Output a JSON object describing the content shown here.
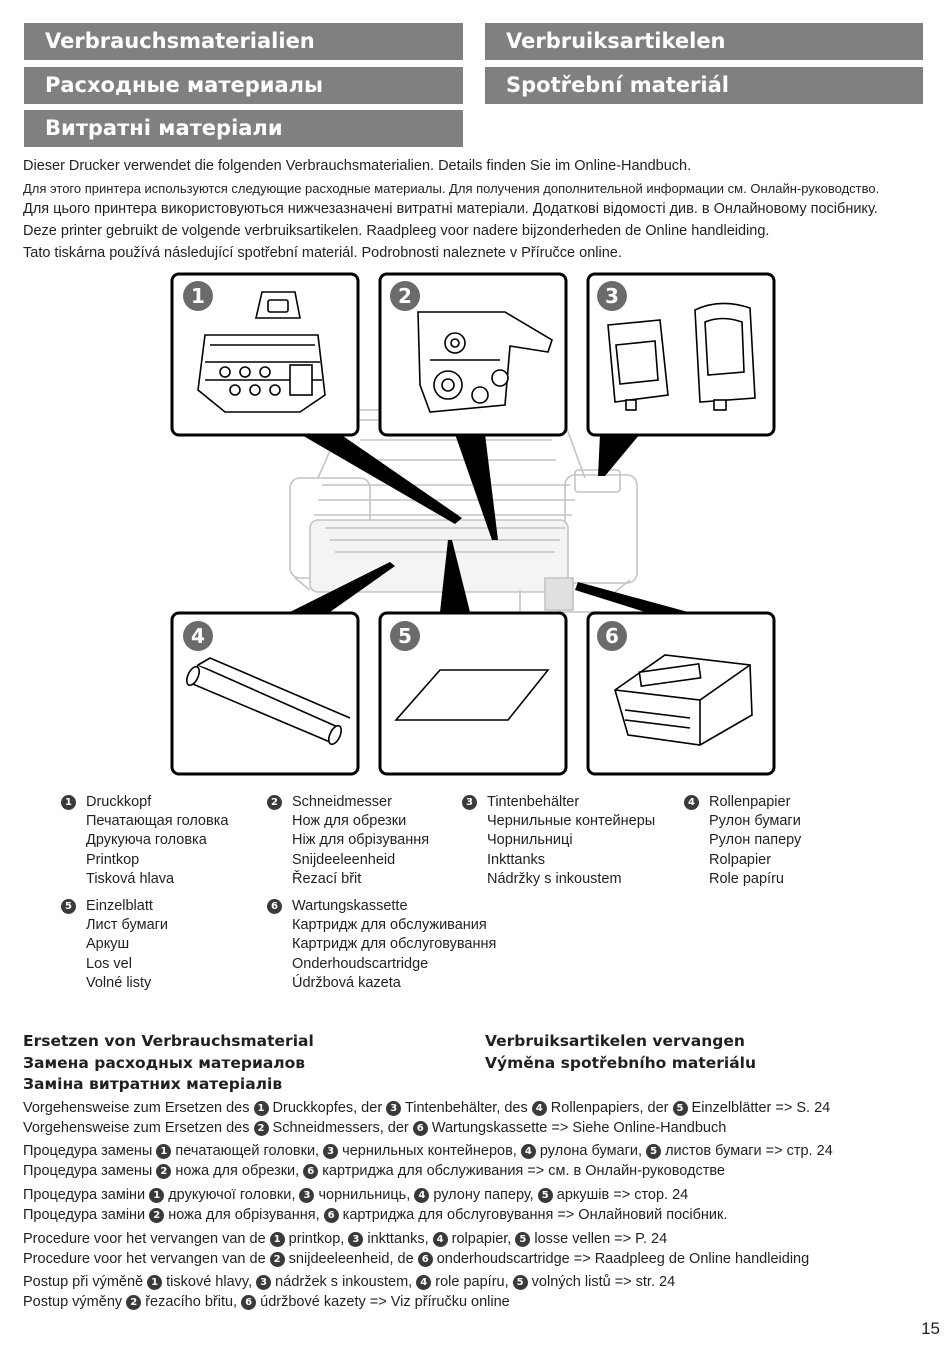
{
  "headers": {
    "de": "Verbrauchsmaterialien",
    "nl": "Verbruiksartikelen",
    "ru": "Расходные материалы",
    "cs": "Spotřební materiál",
    "uk": "Витратні матеріали"
  },
  "intro": {
    "de": "Dieser Drucker verwendet die folgenden Verbrauchsmaterialien. Details finden Sie im Online-Handbuch.",
    "ru": "Для этого принтера используются следующие расходные материалы. Для получения дополнительной информации см. Онлайн-руководство.",
    "uk": "Для цього принтера використовуються нижчезазначені витратні матеріали. Додаткові відомості див. в Онлайновому посібнику.",
    "nl": "Deze printer gebruikt de volgende verbruiksartikelen. Raadpleeg voor nadere bijzonderheden de Online handleiding.",
    "cs": "Tato tiskárna používá následující spotřební materiál. Podrobnosti naleznete v Příručce online."
  },
  "figure": {
    "callouts": [
      "1",
      "2",
      "3",
      "4",
      "5",
      "6"
    ],
    "icons": [
      "printhead-icon",
      "cutter-blade-icon",
      "ink-tank-icon",
      "roll-paper-icon",
      "cut-sheet-icon",
      "maintenance-cartridge-icon",
      "printer-icon"
    ]
  },
  "legend": [
    {
      "num": "1",
      "lines": [
        "Druckkopf",
        "Печатающая головка",
        "Друкуюча головка",
        "Printkop",
        "Tisková hlava"
      ]
    },
    {
      "num": "2",
      "lines": [
        "Schneidmesser",
        "Нож для обрезки",
        "Ніж для обрізування",
        "Snijdeeleenheid",
        "Řezací břit"
      ]
    },
    {
      "num": "3",
      "lines": [
        "Tintenbehälter",
        "Чернильные контейнеры",
        "Чорнильниці",
        "Inkttanks",
        "Nádržky s inkoustem"
      ]
    },
    {
      "num": "4",
      "lines": [
        "Rollenpapier",
        "Рулон бумаги",
        "Рулон паперу",
        "Rolpapier",
        "Role papíru"
      ]
    },
    {
      "num": "5",
      "lines": [
        "Einzelblatt",
        "Лист бумаги",
        "Аркуш",
        "Los vel",
        "Volné listy"
      ]
    },
    {
      "num": "6",
      "lines": [
        "Wartungskassette",
        "Картридж для обслуживания",
        "Картридж для обслуговування",
        "Onderhoudscartridge",
        "Údržbová kazeta"
      ]
    }
  ],
  "replace_titles": {
    "de": "Ersetzen von Verbrauchsmaterial",
    "ru": "Замена расходных материалов",
    "uk": "Заміна витратних матеріалів",
    "nl": "Verbruiksartikelen vervangen",
    "cs": "Výměna spotřebního materiálu"
  },
  "procedures": [
    [
      {
        "parts": [
          {
            "t": "Vorgehensweise zum Ersetzen des "
          },
          {
            "n": "1"
          },
          {
            "t": " Druckkopfes, der "
          },
          {
            "n": "3"
          },
          {
            "t": " Tintenbehälter, des "
          },
          {
            "n": "4"
          },
          {
            "t": " Rollenpapiers, der "
          },
          {
            "n": "5"
          },
          {
            "t": " Einzelblätter => S. 24"
          }
        ]
      },
      {
        "parts": [
          {
            "t": "Vorgehensweise zum Ersetzen des "
          },
          {
            "n": "2"
          },
          {
            "t": " Schneidmessers, der "
          },
          {
            "n": "6"
          },
          {
            "t": " Wartungskassette => Siehe Online-Handbuch"
          }
        ]
      }
    ],
    [
      {
        "parts": [
          {
            "t": "Процедура замены "
          },
          {
            "n": "1"
          },
          {
            "t": " печатающей головки, "
          },
          {
            "n": "3"
          },
          {
            "t": " чернильных контейнеров, "
          },
          {
            "n": "4"
          },
          {
            "t": " рулона бумаги, "
          },
          {
            "n": "5"
          },
          {
            "t": " листов бумаги => стр. 24"
          }
        ]
      },
      {
        "parts": [
          {
            "t": "Процедура замены "
          },
          {
            "n": "2"
          },
          {
            "t": " ножа для обрезки, "
          },
          {
            "n": "6"
          },
          {
            "t": " картриджа для обслуживания => см. в Онлайн-руководстве"
          }
        ]
      }
    ],
    [
      {
        "parts": [
          {
            "t": "Процедура заміни "
          },
          {
            "n": "1"
          },
          {
            "t": " друкуючої головки, "
          },
          {
            "n": "3"
          },
          {
            "t": " чорнильниць, "
          },
          {
            "n": "4"
          },
          {
            "t": " рулону паперу, "
          },
          {
            "n": "5"
          },
          {
            "t": " аркушів => стор. 24"
          }
        ]
      },
      {
        "parts": [
          {
            "t": "Процедура заміни "
          },
          {
            "n": "2"
          },
          {
            "t": " ножа для обрізування, "
          },
          {
            "n": "6"
          },
          {
            "t": " картриджа для обслуговування => Онлайновий посібник."
          }
        ]
      }
    ],
    [
      {
        "parts": [
          {
            "t": "Procedure voor het vervangen van de "
          },
          {
            "n": "1"
          },
          {
            "t": " printkop, "
          },
          {
            "n": "3"
          },
          {
            "t": " inkttanks, "
          },
          {
            "n": "4"
          },
          {
            "t": " rolpapier, "
          },
          {
            "n": "5"
          },
          {
            "t": " losse vellen => P. 24"
          }
        ]
      },
      {
        "parts": [
          {
            "t": "Procedure voor het vervangen van de "
          },
          {
            "n": "2"
          },
          {
            "t": " snijdeeleenheid, de "
          },
          {
            "n": "6"
          },
          {
            "t": " onderhoudscartridge => Raadpleeg de Online handleiding"
          }
        ]
      }
    ],
    [
      {
        "parts": [
          {
            "t": "Postup při výměně "
          },
          {
            "n": "1"
          },
          {
            "t": " tiskové hlavy, "
          },
          {
            "n": "3"
          },
          {
            "t": " nádržek s inkoustem, "
          },
          {
            "n": "4"
          },
          {
            "t": " role papíru, "
          },
          {
            "n": "5"
          },
          {
            "t": " volných listů => str. 24"
          }
        ]
      },
      {
        "parts": [
          {
            "t": "Postup výměny "
          },
          {
            "n": "2"
          },
          {
            "t": " řezacího břitu, "
          },
          {
            "n": "6"
          },
          {
            "t": " údržbové kazety => Viz příručku online"
          }
        ]
      }
    ]
  ],
  "page_number": "15",
  "colors": {
    "header_bg": "#808080",
    "badge": "#3a3a3a",
    "box_border": "#000000",
    "printer_line": "#c4c4c4"
  }
}
